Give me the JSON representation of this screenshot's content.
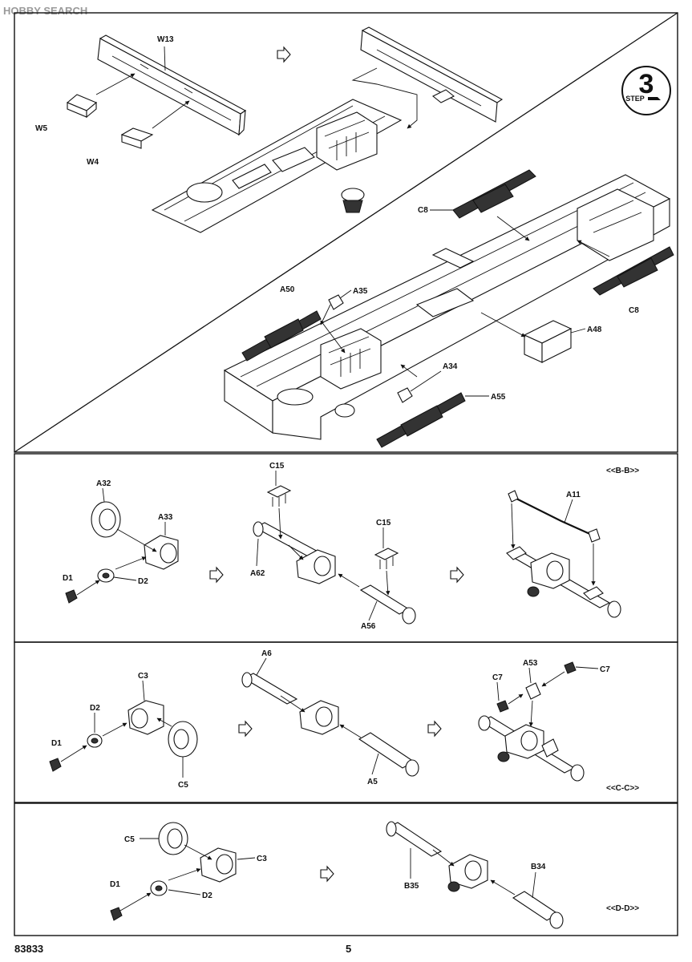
{
  "watermark": "HOBBY SEARCH",
  "step": {
    "number": "3",
    "label": "STEP"
  },
  "panel1": {
    "labels": [
      "W13",
      "W5",
      "W4",
      "C8",
      "C8",
      "A50",
      "A35",
      "A48",
      "A34",
      "A55"
    ]
  },
  "panel2": {
    "section": "<<B-B>>",
    "labels": [
      "A32",
      "A33",
      "D1",
      "D2",
      "C15",
      "A62",
      "C15",
      "A56",
      "A11"
    ]
  },
  "panel3": {
    "section": "<<C-C>>",
    "labels": [
      "C3",
      "D2",
      "D1",
      "C5",
      "A6",
      "A5",
      "A53",
      "C7",
      "C7"
    ]
  },
  "panel4": {
    "section": "<<D-D>>",
    "labels": [
      "C5",
      "C3",
      "D1",
      "D2",
      "B35",
      "B34"
    ]
  },
  "footer": {
    "code": "83833",
    "page": "5"
  },
  "colors": {
    "ink": "#111111",
    "watermark": "#9a9a9a"
  },
  "icons": [
    "step-badge-icon",
    "arrow-right-icon"
  ]
}
